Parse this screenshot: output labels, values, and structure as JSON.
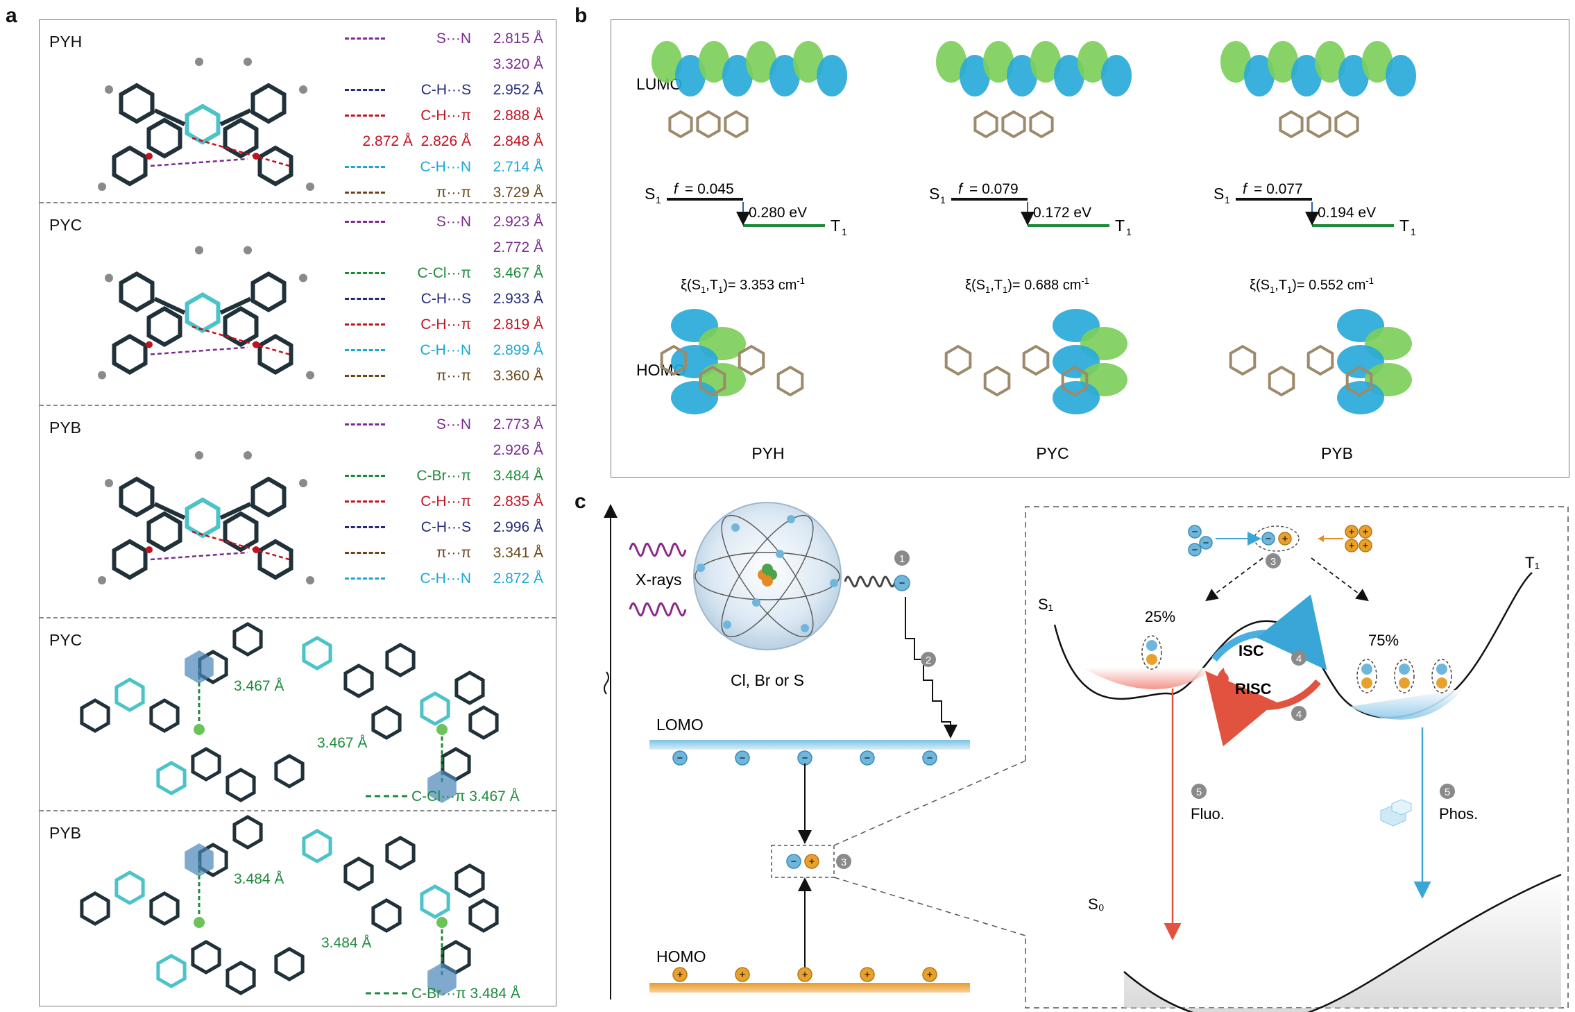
{
  "panels": {
    "a": "a",
    "b": "b",
    "c": "c"
  },
  "colors": {
    "purple": "#7b2a8f",
    "navy": "#232a7a",
    "red": "#c0121f",
    "cyan": "#19a8d6",
    "brown": "#6a4516",
    "green": "#1c8a3a"
  },
  "panel_a": {
    "sections": [
      {
        "name": "PYH",
        "rows": [
          {
            "color": "purple",
            "label": "S···N",
            "value": "2.815 Å"
          },
          {
            "color": "purple",
            "label": "",
            "value": "3.320 Å"
          },
          {
            "color": "navy",
            "label": "C-H···S",
            "value": "2.952 Å"
          },
          {
            "color": "red",
            "label": "C-H···π",
            "value": "2.888 Å"
          },
          {
            "color": "red",
            "label": "2.872 Å  2.826 Å",
            "value": "2.848 Å",
            "nodash": true
          },
          {
            "color": "cyan",
            "label": "C-H···N",
            "value": "2.714 Å"
          },
          {
            "color": "brown",
            "label": "π···π",
            "value": "3.729 Å"
          }
        ]
      },
      {
        "name": "PYC",
        "rows": [
          {
            "color": "purple",
            "label": "S···N",
            "value": "2.923 Å"
          },
          {
            "color": "purple",
            "label": "",
            "value": "2.772 Å"
          },
          {
            "color": "green",
            "label": "C-Cl···π",
            "value": "3.467 Å"
          },
          {
            "color": "navy",
            "label": "C-H···S",
            "value": "2.933 Å"
          },
          {
            "color": "red",
            "label": "C-H···π",
            "value": "2.819 Å"
          },
          {
            "color": "cyan",
            "label": "C-H···N",
            "value": "2.899 Å"
          },
          {
            "color": "brown",
            "label": "π···π",
            "value": "3.360 Å"
          }
        ]
      },
      {
        "name": "PYB",
        "rows": [
          {
            "color": "purple",
            "label": "S···N",
            "value": "2.773 Å"
          },
          {
            "color": "purple",
            "label": "",
            "value": "2.926 Å"
          },
          {
            "color": "green",
            "label": "C-Br···π",
            "value": "3.484 Å"
          },
          {
            "color": "red",
            "label": "C-H···π",
            "value": "2.835 Å"
          },
          {
            "color": "navy",
            "label": "C-H···S",
            "value": "2.996 Å"
          },
          {
            "color": "brown",
            "label": "π···π",
            "value": "3.341 Å"
          },
          {
            "color": "cyan",
            "label": "C-H···N",
            "value": "2.872 Å"
          }
        ]
      }
    ],
    "stack_pyc": {
      "name": "PYC",
      "dist1": "3.467 Å",
      "dist2": "3.467 Å",
      "legend": "C-Cl···π 3.467 Å"
    },
    "stack_pyb": {
      "name": "PYB",
      "dist1": "3.484 Å",
      "dist2": "3.484 Å",
      "legend": "C-Br···π 3.484 Å"
    }
  },
  "panel_b": {
    "lumo_label": "LUMO",
    "homo_label": "HOMO",
    "columns": [
      {
        "name": "PYH",
        "f": "= 0.045",
        "gap": "0.280 eV",
        "xi": "ξ(S",
        "xi_tail": ",T",
        "xi_val": ")= 3.353 cm",
        "sup": "-1"
      },
      {
        "name": "PYC",
        "f": "= 0.079",
        "gap": "0.172 eV",
        "xi": "ξ(S",
        "xi_tail": ",T",
        "xi_val": ")= 0.688 cm",
        "sup": "-1"
      },
      {
        "name": "PYB",
        "f": "= 0.077",
        "gap": "0.194 eV",
        "xi": "ξ(S",
        "xi_tail": ",T",
        "xi_val": ")= 0.552 cm",
        "sup": "-1"
      }
    ],
    "s1": "S",
    "t1": "T",
    "sub1": "1",
    "f_letter": "f"
  },
  "panel_c": {
    "xrays": "X-rays",
    "atoms": "Cl, Br or S",
    "lomo": "LOMO",
    "homo": "HOMO",
    "s1": "S₁",
    "t1": "T₁",
    "s0": "S₀",
    "pct_s": "25%",
    "pct_t": "75%",
    "isc": "ISC",
    "risc": "RISC",
    "fluo": "Fluo.",
    "phos": "Phos.",
    "steps": [
      "1",
      "2",
      "3",
      "4",
      "5"
    ],
    "minus": "−",
    "plus": "+"
  }
}
